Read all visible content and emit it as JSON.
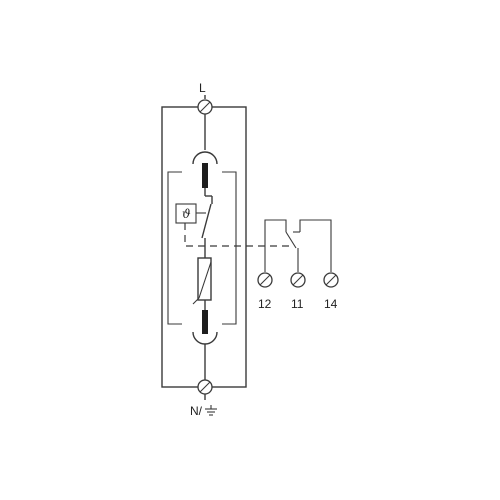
{
  "terminals": {
    "top_label": "L",
    "bottom_label": "N/",
    "ground_symbol": "ground-symbol",
    "aux_labels": [
      "12",
      "11",
      "14"
    ]
  },
  "thermal": {
    "symbol": "ϑ"
  },
  "colors": {
    "line": "#3a3a3a",
    "fuse": "#1e1e1e",
    "background": "#ffffff"
  }
}
